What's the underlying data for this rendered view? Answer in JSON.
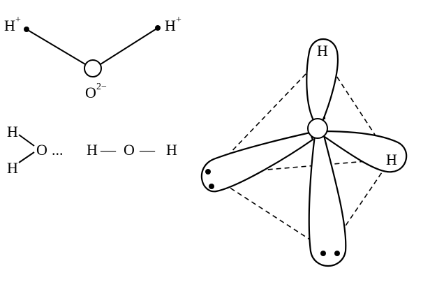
{
  "ionic_model": {
    "left_ion": {
      "symbol": "H",
      "charge": "+"
    },
    "right_ion": {
      "symbol": "H",
      "charge": "+"
    },
    "center_ion": {
      "symbol": "O",
      "charge": "2−"
    }
  },
  "hydrogen_bond": {
    "h_top": "H",
    "h_bottom": "H",
    "o_left": "O",
    "dots": "...",
    "h_middle": "H",
    "dash_1": "—",
    "o_right": "O",
    "dash_2": "—",
    "h_right": "H"
  },
  "tetrahedral_model": {
    "h_top": "H",
    "h_right": "H"
  }
}
